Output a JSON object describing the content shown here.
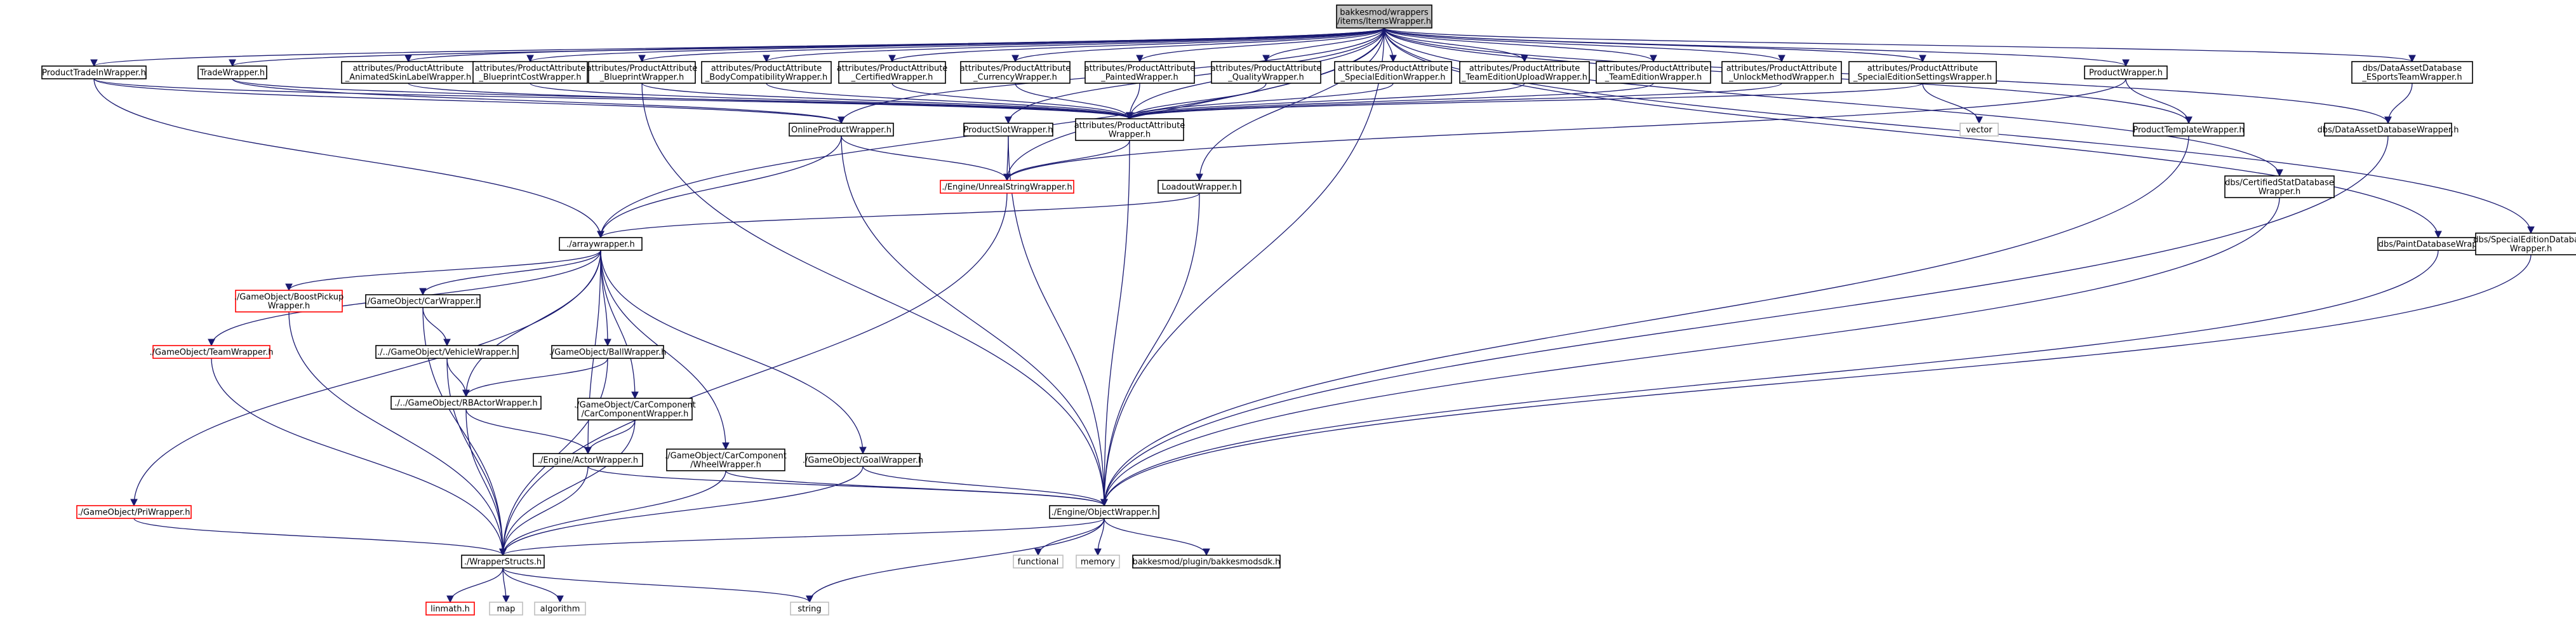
{
  "colors": {
    "edge": "#191970",
    "root_fill": "#bfbfbf",
    "node_border": "#000000",
    "missing_border": "#ff0000",
    "external_border": "#bfbfbf",
    "external_text": "#7f7f7f"
  },
  "nodes": [
    {
      "id": "root",
      "kind": "root",
      "lines": [
        "bakkesmod/wrappers",
        "/items/ItemsWrapper.h"
      ]
    },
    {
      "id": "ptiw",
      "kind": "normal",
      "lines": [
        "ProductTradeInWrapper.h"
      ]
    },
    {
      "id": "tw",
      "kind": "normal",
      "lines": [
        "TradeWrapper.h"
      ]
    },
    {
      "id": "a1",
      "kind": "normal",
      "lines": [
        "attributes/ProductAttribute",
        "_AnimatedSkinLabelWrapper.h"
      ]
    },
    {
      "id": "a2",
      "kind": "normal",
      "lines": [
        "attributes/ProductAttribute",
        "_BlueprintCostWrapper.h"
      ]
    },
    {
      "id": "a3",
      "kind": "normal",
      "lines": [
        "attributes/ProductAttribute",
        "_BlueprintWrapper.h"
      ]
    },
    {
      "id": "a4",
      "kind": "normal",
      "lines": [
        "attributes/ProductAttribute",
        "_BodyCompatibilityWrapper.h"
      ]
    },
    {
      "id": "a5",
      "kind": "normal",
      "lines": [
        "attributes/ProductAttribute",
        "_CertifiedWrapper.h"
      ]
    },
    {
      "id": "a6",
      "kind": "normal",
      "lines": [
        "attributes/ProductAttribute",
        "_CurrencyWrapper.h"
      ]
    },
    {
      "id": "a7",
      "kind": "normal",
      "lines": [
        "attributes/ProductAttribute",
        "_PaintedWrapper.h"
      ]
    },
    {
      "id": "a8",
      "kind": "normal",
      "lines": [
        "attributes/ProductAttribute",
        "_QualityWrapper.h"
      ]
    },
    {
      "id": "a9",
      "kind": "normal",
      "lines": [
        "attributes/ProductAttribute",
        "_SpecialEditionWrapper.h"
      ]
    },
    {
      "id": "a10",
      "kind": "normal",
      "lines": [
        "attributes/ProductAttribute",
        "_TeamEditionUploadWrapper.h"
      ]
    },
    {
      "id": "a11",
      "kind": "normal",
      "lines": [
        "attributes/ProductAttribute",
        "_TeamEditionWrapper.h"
      ]
    },
    {
      "id": "a12",
      "kind": "normal",
      "lines": [
        "attributes/ProductAttribute",
        "_UnlockMethodWrapper.h"
      ]
    },
    {
      "id": "a13",
      "kind": "normal",
      "lines": [
        "attributes/ProductAttribute",
        "_SpecialEditionSettingsWrapper.h"
      ]
    },
    {
      "id": "pw",
      "kind": "normal",
      "lines": [
        "ProductWrapper.h"
      ]
    },
    {
      "id": "esports",
      "kind": "normal",
      "lines": [
        "dbs/DataAssetDatabase",
        "_ESportsTeamWrapper.h"
      ]
    },
    {
      "id": "opw",
      "kind": "normal",
      "lines": [
        "OnlineProductWrapper.h"
      ]
    },
    {
      "id": "psw",
      "kind": "normal",
      "lines": [
        "ProductSlotWrapper.h"
      ]
    },
    {
      "id": "paw",
      "kind": "normal",
      "lines": [
        "attributes/ProductAttribute",
        "Wrapper.h"
      ]
    },
    {
      "id": "vector",
      "kind": "external",
      "lines": [
        "vector"
      ]
    },
    {
      "id": "ptw",
      "kind": "normal",
      "lines": [
        "ProductTemplateWrapper.h"
      ]
    },
    {
      "id": "dadw",
      "kind": "normal",
      "lines": [
        "dbs/DataAssetDatabaseWrapper.h"
      ]
    },
    {
      "id": "usw",
      "kind": "missing",
      "lines": [
        "./Engine/UnrealStringWrapper.h"
      ]
    },
    {
      "id": "low",
      "kind": "normal",
      "lines": [
        "LoadoutWrapper.h"
      ]
    },
    {
      "id": "cert",
      "kind": "normal",
      "lines": [
        "dbs/CertifiedStatDatabase",
        "Wrapper.h"
      ]
    },
    {
      "id": "arr",
      "kind": "normal",
      "lines": [
        "./arraywrapper.h"
      ]
    },
    {
      "id": "paint",
      "kind": "normal",
      "lines": [
        "dbs/PaintDatabaseWrapper.h"
      ]
    },
    {
      "id": "sedb",
      "kind": "normal",
      "lines": [
        "dbs/SpecialEditionDatabase",
        "Wrapper.h"
      ]
    },
    {
      "id": "boost",
      "kind": "missing",
      "lines": [
        "./GameObject/BoostPickup",
        "Wrapper.h"
      ]
    },
    {
      "id": "car",
      "kind": "normal",
      "lines": [
        "./GameObject/CarWrapper.h"
      ]
    },
    {
      "id": "team",
      "kind": "missing",
      "lines": [
        "./GameObject/TeamWrapper.h"
      ]
    },
    {
      "id": "veh",
      "kind": "normal",
      "lines": [
        "./../GameObject/VehicleWrapper.h"
      ]
    },
    {
      "id": "ball",
      "kind": "normal",
      "lines": [
        "./GameObject/BallWrapper.h"
      ]
    },
    {
      "id": "rb",
      "kind": "normal",
      "lines": [
        "./../GameObject/RBActorWrapper.h"
      ]
    },
    {
      "id": "ccw",
      "kind": "normal",
      "lines": [
        "./GameObject/CarComponent",
        "/CarComponentWrapper.h"
      ]
    },
    {
      "id": "actor",
      "kind": "normal",
      "lines": [
        "./Engine/ActorWrapper.h"
      ]
    },
    {
      "id": "wheel",
      "kind": "normal",
      "lines": [
        "./GameObject/CarComponent",
        "/WheelWrapper.h"
      ]
    },
    {
      "id": "goal",
      "kind": "normal",
      "lines": [
        "./GameObject/GoalWrapper.h"
      ]
    },
    {
      "id": "obj",
      "kind": "normal",
      "lines": [
        "./Engine/ObjectWrapper.h"
      ]
    },
    {
      "id": "pri",
      "kind": "missing",
      "lines": [
        "./GameObject/PriWrapper.h"
      ]
    },
    {
      "id": "ws",
      "kind": "normal",
      "lines": [
        "./WrapperStructs.h"
      ]
    },
    {
      "id": "functional",
      "kind": "external",
      "lines": [
        "functional"
      ]
    },
    {
      "id": "memory",
      "kind": "external",
      "lines": [
        "memory"
      ]
    },
    {
      "id": "sdk",
      "kind": "normal",
      "lines": [
        "bakkesmod/plugin/bakkesmodsdk.h"
      ]
    },
    {
      "id": "linmath",
      "kind": "missing",
      "lines": [
        "linmath.h"
      ]
    },
    {
      "id": "map",
      "kind": "external",
      "lines": [
        "map"
      ]
    },
    {
      "id": "algorithm",
      "kind": "external",
      "lines": [
        "algorithm"
      ]
    },
    {
      "id": "string",
      "kind": "external",
      "lines": [
        "string"
      ]
    }
  ],
  "edges": [
    [
      "root",
      "ptiw"
    ],
    [
      "root",
      "tw"
    ],
    [
      "root",
      "a1"
    ],
    [
      "root",
      "a2"
    ],
    [
      "root",
      "a3"
    ],
    [
      "root",
      "a4"
    ],
    [
      "root",
      "a5"
    ],
    [
      "root",
      "a6"
    ],
    [
      "root",
      "a7"
    ],
    [
      "root",
      "a8"
    ],
    [
      "root",
      "a9"
    ],
    [
      "root",
      "a10"
    ],
    [
      "root",
      "a11"
    ],
    [
      "root",
      "a12"
    ],
    [
      "root",
      "a13"
    ],
    [
      "root",
      "pw"
    ],
    [
      "root",
      "esports"
    ],
    [
      "root",
      "opw"
    ],
    [
      "root",
      "psw"
    ],
    [
      "root",
      "paw"
    ],
    [
      "root",
      "ptw"
    ],
    [
      "root",
      "dadw"
    ],
    [
      "root",
      "usw"
    ],
    [
      "root",
      "low"
    ],
    [
      "root",
      "cert"
    ],
    [
      "root",
      "arr"
    ],
    [
      "root",
      "paint"
    ],
    [
      "root",
      "sedb"
    ],
    [
      "root",
      "obj"
    ],
    [
      "ptiw",
      "opw"
    ],
    [
      "ptiw",
      "arr"
    ],
    [
      "ptiw",
      "paw"
    ],
    [
      "tw",
      "opw"
    ],
    [
      "tw",
      "paw"
    ],
    [
      "a1",
      "paw"
    ],
    [
      "a2",
      "paw"
    ],
    [
      "a3",
      "paw"
    ],
    [
      "a4",
      "paw"
    ],
    [
      "a5",
      "paw"
    ],
    [
      "a6",
      "paw"
    ],
    [
      "a7",
      "paw"
    ],
    [
      "a8",
      "paw"
    ],
    [
      "a9",
      "paw"
    ],
    [
      "a10",
      "paw"
    ],
    [
      "a11",
      "paw"
    ],
    [
      "a12",
      "paw"
    ],
    [
      "a13",
      "paw"
    ],
    [
      "a13",
      "vector"
    ],
    [
      "a3",
      "obj"
    ],
    [
      "pw",
      "ptw"
    ],
    [
      "pw",
      "usw"
    ],
    [
      "esports",
      "dadw"
    ],
    [
      "opw",
      "arr"
    ],
    [
      "opw",
      "usw"
    ],
    [
      "opw",
      "obj"
    ],
    [
      "psw",
      "usw"
    ],
    [
      "psw",
      "obj"
    ],
    [
      "paw",
      "usw"
    ],
    [
      "paw",
      "obj"
    ],
    [
      "ptw",
      "obj"
    ],
    [
      "dadw",
      "obj"
    ],
    [
      "cert",
      "obj"
    ],
    [
      "paint",
      "obj"
    ],
    [
      "sedb",
      "obj"
    ],
    [
      "usw",
      "ws"
    ],
    [
      "low",
      "arr"
    ],
    [
      "low",
      "obj"
    ],
    [
      "arr",
      "boost"
    ],
    [
      "arr",
      "car"
    ],
    [
      "arr",
      "team"
    ],
    [
      "arr",
      "ball"
    ],
    [
      "arr",
      "rb"
    ],
    [
      "arr",
      "ccw"
    ],
    [
      "arr",
      "wheel"
    ],
    [
      "arr",
      "goal"
    ],
    [
      "arr",
      "pri"
    ],
    [
      "arr",
      "actor"
    ],
    [
      "boost",
      "ws"
    ],
    [
      "car",
      "veh"
    ],
    [
      "car",
      "ws"
    ],
    [
      "team",
      "ws"
    ],
    [
      "veh",
      "rb"
    ],
    [
      "veh",
      "ws"
    ],
    [
      "ball",
      "rb"
    ],
    [
      "ball",
      "ws"
    ],
    [
      "rb",
      "actor"
    ],
    [
      "rb",
      "ws"
    ],
    [
      "ccw",
      "actor"
    ],
    [
      "ccw",
      "ws"
    ],
    [
      "actor",
      "obj"
    ],
    [
      "actor",
      "ws"
    ],
    [
      "wheel",
      "obj"
    ],
    [
      "wheel",
      "ws"
    ],
    [
      "goal",
      "obj"
    ],
    [
      "goal",
      "ws"
    ],
    [
      "pri",
      "ws"
    ],
    [
      "obj",
      "ws"
    ],
    [
      "obj",
      "functional"
    ],
    [
      "obj",
      "memory"
    ],
    [
      "obj",
      "sdk"
    ],
    [
      "obj",
      "string"
    ],
    [
      "ws",
      "linmath"
    ],
    [
      "ws",
      "map"
    ],
    [
      "ws",
      "algorithm"
    ],
    [
      "ws",
      "string"
    ]
  ]
}
